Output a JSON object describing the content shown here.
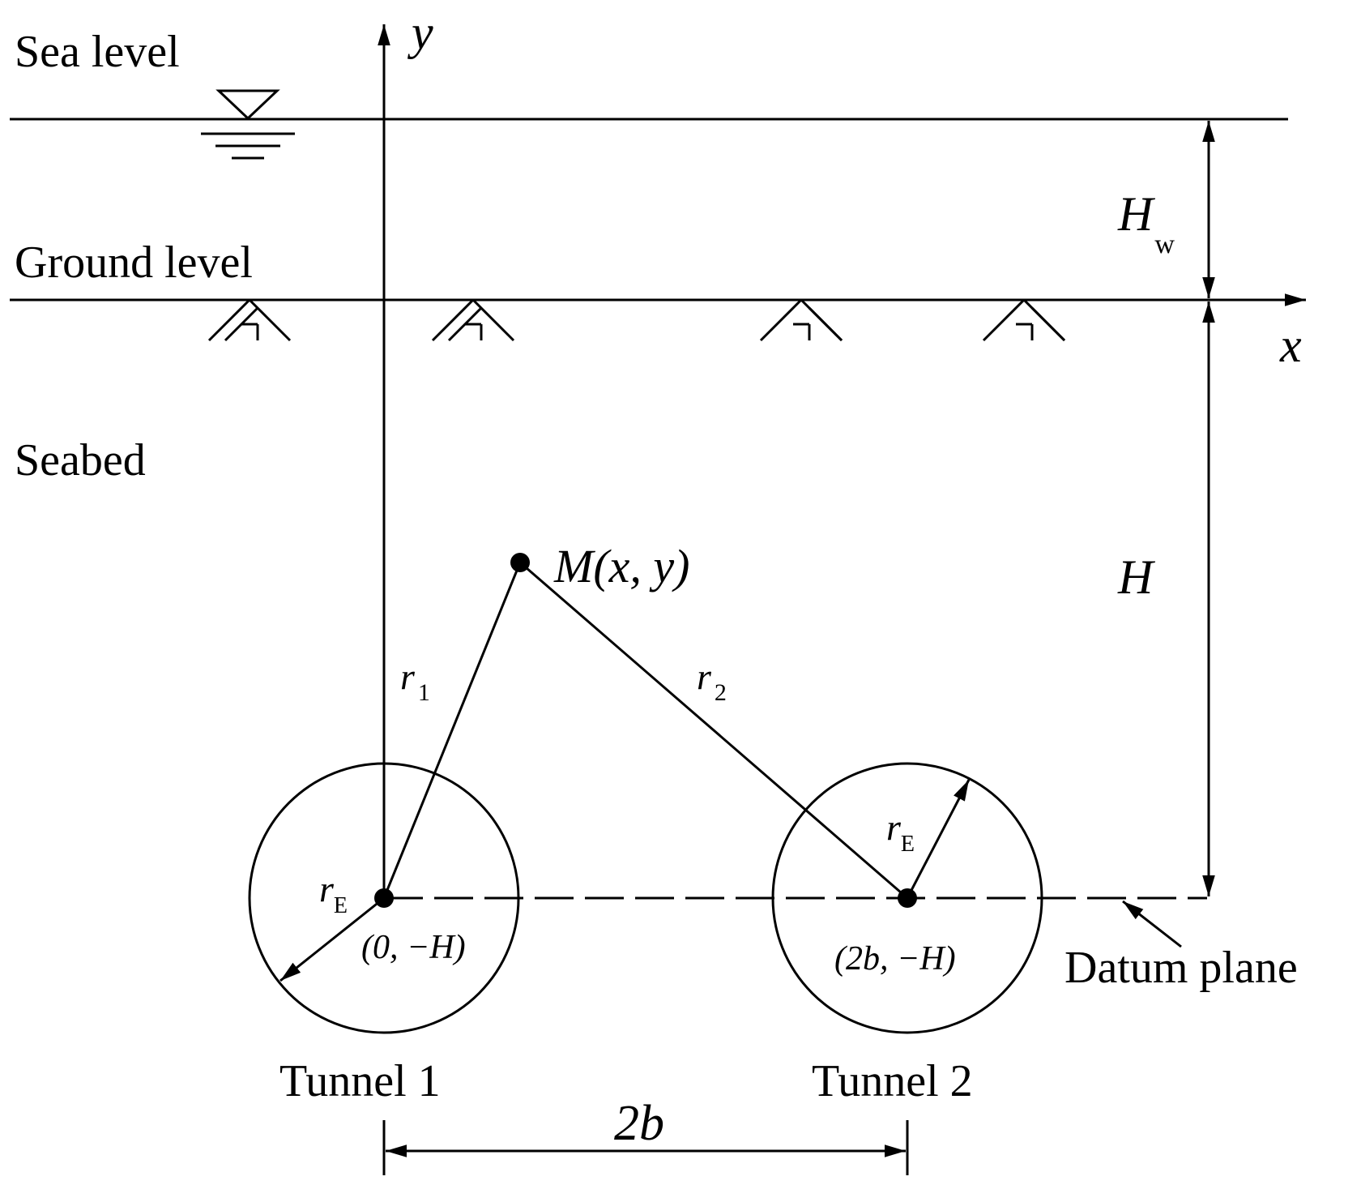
{
  "labels": {
    "sea_level": "Sea level",
    "ground_level": "Ground level",
    "seabed": "Seabed",
    "tunnel1": "Tunnel 1",
    "tunnel2": "Tunnel 2",
    "datum_plane": "Datum plane"
  },
  "axes": {
    "x": "x",
    "y": "y"
  },
  "dimensions": {
    "water_depth_symbol": "H",
    "water_depth_subscript": "w",
    "depth_symbol": "H",
    "spacing": "2b"
  },
  "point_m": {
    "name": "M",
    "coords": "(x, y)"
  },
  "radii": {
    "r1_symbol": "r",
    "r1_subscript": "1",
    "r2_symbol": "r",
    "r2_subscript": "2",
    "rE_symbol": "r",
    "rE_subscript": "E"
  },
  "tunnel_centers": {
    "t1": "(0, −H)",
    "t2": "(2b, −H)"
  }
}
